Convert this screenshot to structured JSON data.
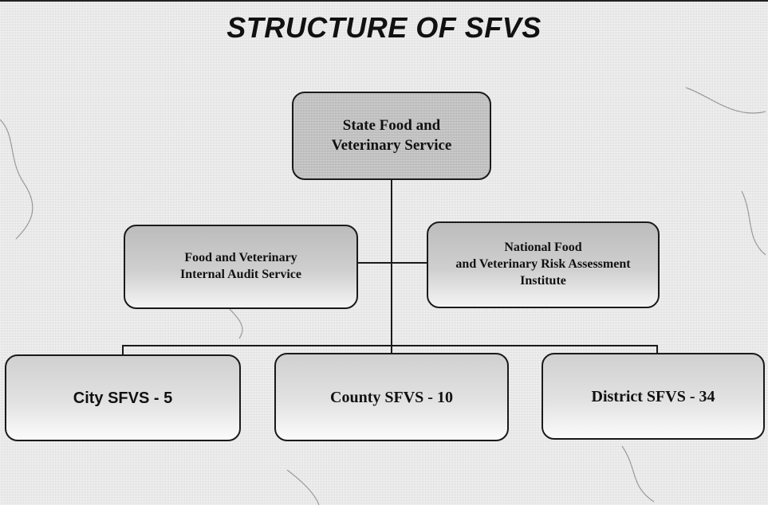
{
  "title": "STRUCTURE OF SFVS",
  "nodes": {
    "root": "State Food and\nVeterinary Service",
    "audit": "Food and Veterinary\nInternal Audit Service",
    "risk": "National Food\nand Veterinary Risk Assessment\nInstitute",
    "city": "City SFVS - 5",
    "county": "County SFVS - 10",
    "district": "District SFVS - 34"
  }
}
